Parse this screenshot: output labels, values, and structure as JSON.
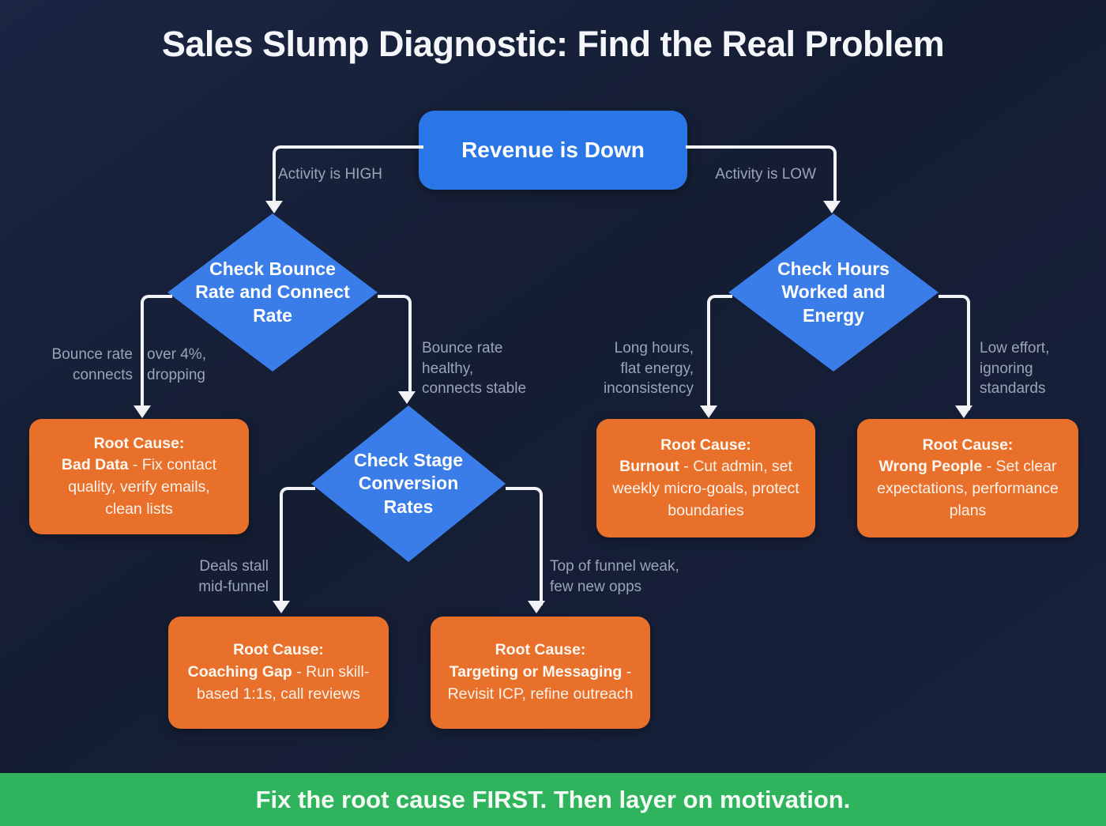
{
  "title": "Sales Slump Diagnostic: Find the Real Problem",
  "footer_banner": "Fix the root cause FIRST. Then layer on motivation.",
  "colors": {
    "background": "#16203a",
    "process_blue": "#2b76e6",
    "decision_blue": "#3b7de8",
    "outcome_orange": "#e8702b",
    "banner_green": "#2fb35c",
    "edge_label_gray": "#9aa4b6",
    "connector_white": "#f2f3f6"
  },
  "nodes": {
    "revenue": {
      "label": "Revenue is Down"
    },
    "check_bounce": {
      "label": "Check Bounce\nRate and Connect\nRate"
    },
    "check_stage": {
      "label": "Check Stage\nConversion\nRates"
    },
    "check_hours": {
      "label": "Check Hours\nWorked and\nEnergy"
    }
  },
  "outcomes": {
    "bad_data": {
      "heading": "Root Cause:",
      "name": "Bad Data",
      "detail": " - Fix contact quality, verify emails, clean lists"
    },
    "coaching_gap": {
      "heading": "Root Cause:",
      "name": "Coaching Gap",
      "detail": " - Run skill-based 1:1s, call reviews"
    },
    "targeting_messaging": {
      "heading": "Root Cause:",
      "name": "Targeting or Messaging",
      "detail": " - Revisit ICP, refine outreach"
    },
    "burnout": {
      "heading": "Root Cause:",
      "name": "Burnout",
      "detail": " - Cut admin, set weekly micro-goals, protect boundaries"
    },
    "wrong_people": {
      "heading": "Root Cause:",
      "name": "Wrong People",
      "detail": " - Set clear expectations, performance plans"
    }
  },
  "edge_labels": {
    "activity_high": "Activity is HIGH",
    "activity_low": "Activity is LOW",
    "bounce_bad_left": "Bounce rate\nconnects",
    "bounce_bad_right": "over 4%,\ndropping",
    "bounce_stage": "Bounce rate\nhealthy,\nconnects stable",
    "stage_coaching": "Deals stall\nmid-funnel",
    "stage_targeting": "Top of funnel weak,\nfew new opps",
    "hours_burnout": "Long hours,\nflat energy,\ninconsistency",
    "hours_wrong_people": "Low effort,\nignoring\nstandards"
  }
}
